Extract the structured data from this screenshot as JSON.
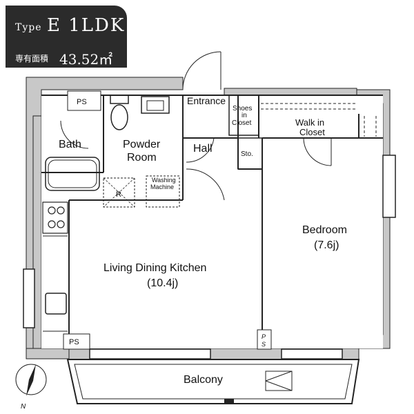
{
  "header": {
    "type_label": "Type",
    "type_code": "E  1LDK",
    "area_label": "専有面積",
    "area_value": "43.52㎡"
  },
  "rooms": {
    "entrance": "Entrance",
    "shoes_closet": [
      "Shoes",
      "in",
      "Closet"
    ],
    "walkin_closet": [
      "Walk in",
      "Closet"
    ],
    "bath": "Bath",
    "powder_room": [
      "Powder",
      "Room"
    ],
    "hall": "Hall",
    "storage": "Sto.",
    "washing_machine": [
      "Washing",
      "Machine"
    ],
    "ldk": [
      "Living Dining Kitchen",
      "(10.4j)"
    ],
    "bedroom": [
      "Bedroom",
      "(7.6j)"
    ],
    "balcony": "Balcony",
    "ps_top": "PS",
    "ps_bottom": "PS",
    "ps_vertical": [
      "P",
      "S"
    ],
    "drain_mark": "R"
  },
  "compass": {
    "label": "N"
  },
  "colors": {
    "wall": "#c8c8c8",
    "line": "#222222",
    "header": "#2b2b2b"
  }
}
